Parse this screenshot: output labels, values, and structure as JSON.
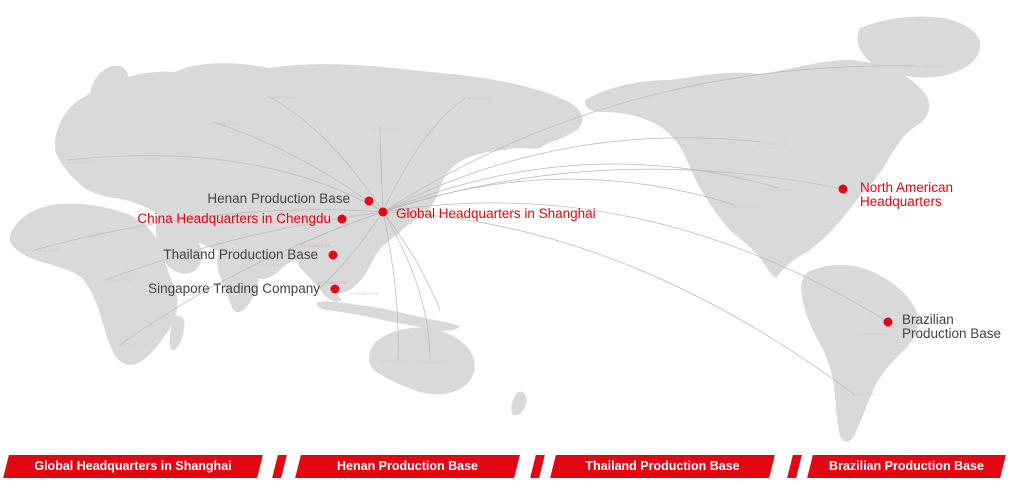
{
  "map": {
    "locations": [
      {
        "id": "global-hq-shanghai",
        "label": "Global Headquarters in Shanghai",
        "headquarters": true
      },
      {
        "id": "henan-production-base",
        "label": "Henan Production Base",
        "headquarters": false
      },
      {
        "id": "china-hq-chengdu",
        "label": "China Headquarters in Chengdu",
        "headquarters": true
      },
      {
        "id": "thailand-production-base",
        "label": "Thailand Production Base",
        "headquarters": false
      },
      {
        "id": "singapore-trading-company",
        "label": "Singapore Trading Company",
        "headquarters": false
      },
      {
        "id": "north-american-hq",
        "label": [
          "North American",
          "Headquarters"
        ],
        "headquarters": true
      },
      {
        "id": "brazilian-production-base",
        "label": [
          "Brazilian",
          "Production Base"
        ],
        "headquarters": false
      }
    ],
    "watermark_text": "L2 ROBOTICS",
    "colors": {
      "accent": "#e30613",
      "land": "#d9d9d9",
      "route": "#b9b9b9",
      "label": "#444444"
    }
  },
  "tabs": [
    {
      "label": "Global Headquarters in Shanghai"
    },
    {
      "label": "Henan Production Base"
    },
    {
      "label": "Thailand Production Base"
    },
    {
      "label": "Brazilian Production Base"
    }
  ]
}
